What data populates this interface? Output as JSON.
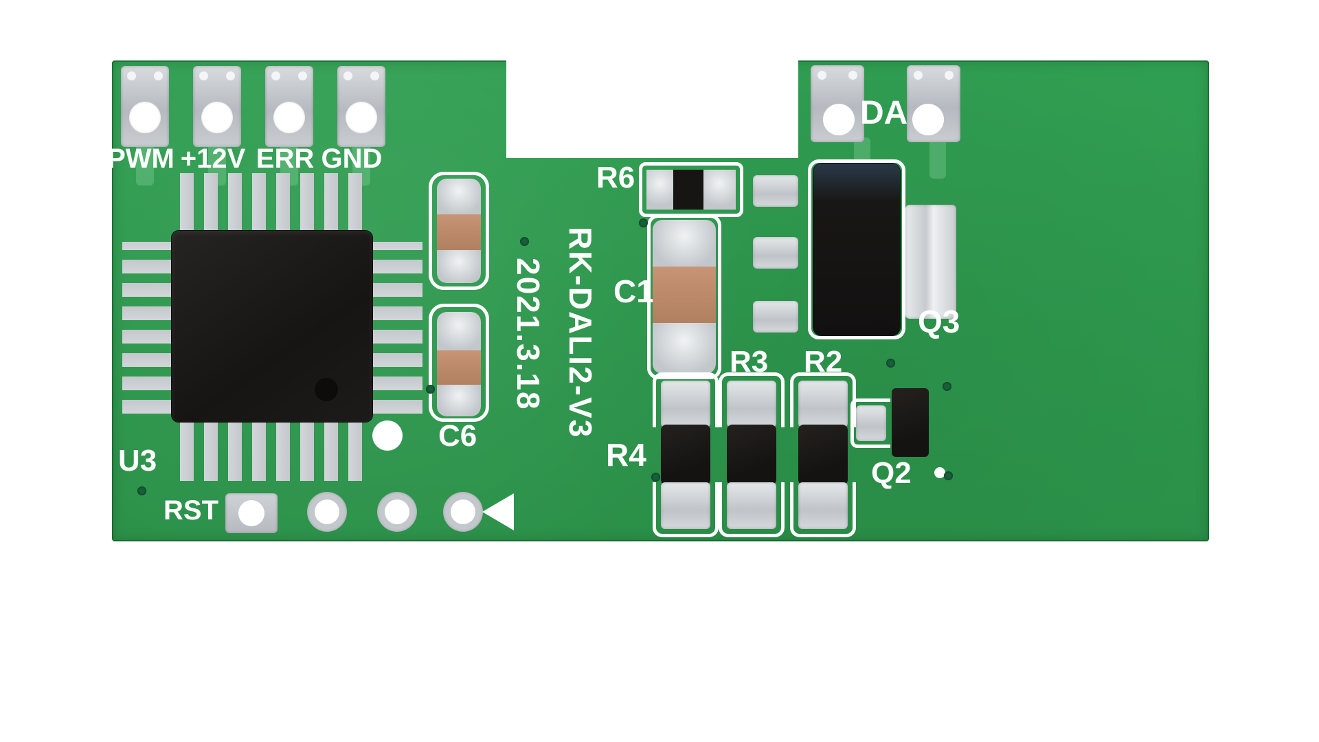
{
  "board": {
    "silkscreen_title": "RK-DALI2-V3",
    "silkscreen_date": "2021.3.18",
    "left_connectors": [
      {
        "label": "PWM"
      },
      {
        "label": "+12V"
      },
      {
        "label": "ERR"
      },
      {
        "label": "GND"
      }
    ],
    "right_connector_label": "DA",
    "refdes": {
      "u3": "U3",
      "c6": "C6",
      "c1": "C1",
      "r6": "R6",
      "r4": "R4",
      "r3": "R3",
      "r2": "R2",
      "q3": "Q3",
      "q2": "Q2",
      "rst": "RST"
    },
    "colors": {
      "pcb_green": "#2E9B4E",
      "silkscreen_white": "#FFFFFF",
      "pad_silver": "#C9CDD1",
      "component_black": "#1C1A19",
      "capacitor_tan": "#BD8B6B"
    }
  }
}
